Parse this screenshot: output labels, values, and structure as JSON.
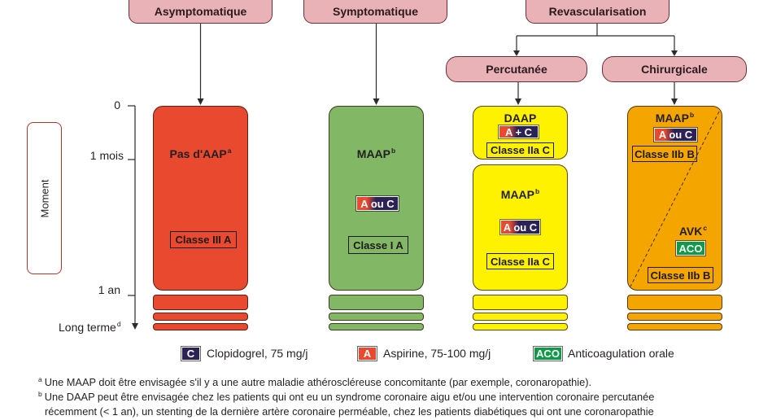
{
  "headers": {
    "asymptomatique": "Asymptomatique",
    "symptomatique": "Symptomatique",
    "revascularisation": "Revascularisation",
    "percutanee": "Percutanée",
    "chirurgicale": "Chirurgicale"
  },
  "axis": {
    "label": "Moment",
    "tick_0": "0",
    "tick_1_mois": "1 mois",
    "tick_1_an": "1 an",
    "long_term": "Long terme",
    "long_term_note": "d"
  },
  "columns": {
    "asymptomatique": {
      "therapy": "Pas d'AAP",
      "note": "a",
      "classe": "Classe III A"
    },
    "symptomatique": {
      "therapy": "MAAP",
      "note": "b",
      "drug": "A ou C",
      "classe": "Classe I A"
    },
    "percutanee": {
      "early": {
        "therapy": "DAAP",
        "drug": "A + C",
        "classe": "Classe IIa C"
      },
      "late": {
        "therapy": "MAAP",
        "note": "b",
        "drug": "A ou C",
        "classe": "Classe IIa C"
      }
    },
    "chirurgicale": {
      "upper": {
        "therapy": "MAAP",
        "note": "b",
        "drug": "A ou C",
        "classe": "Classe IIb B"
      },
      "lower": {
        "therapy": "AVK",
        "note": "c",
        "drug": "ACO",
        "classe": "Classe IIb B"
      }
    }
  },
  "legend": [
    {
      "code": "C",
      "label": "Clopidogrel, 75 mg/j"
    },
    {
      "code": "A",
      "label": "Aspirine, 75-100 mg/j"
    },
    {
      "code": "ACO",
      "label": "Anticoagulation orale"
    }
  ],
  "footnotes": [
    {
      "mark": "a",
      "lines": [
        "Une MAAP doit être envisagée s'il y a une autre maladie athéroscléreuse concomitante (par exemple, coronaropathie)."
      ]
    },
    {
      "mark": "b",
      "lines": [
        "Une DAAP peut être envisagée chez les patients qui ont eu un syndrome coronaire aigu et/ou une intervention coronaire percutanée",
        "récemment (< 1 an), un stenting de la dernière artère coronaire perméable, chez les patients diabétiques qui ont une coronaropathie"
      ]
    }
  ],
  "colors": {
    "header_pill": "#e8b2b6",
    "asymptomatique_fill": "#e8492f",
    "symptomatique_fill": "#82b765",
    "percutanee_fill": "#fff200",
    "chirurgicale_fill": "#f4a500",
    "aspirine": "#e8492f",
    "clopidogrel": "#2c2257",
    "anticoagulation": "#0e9a47"
  }
}
